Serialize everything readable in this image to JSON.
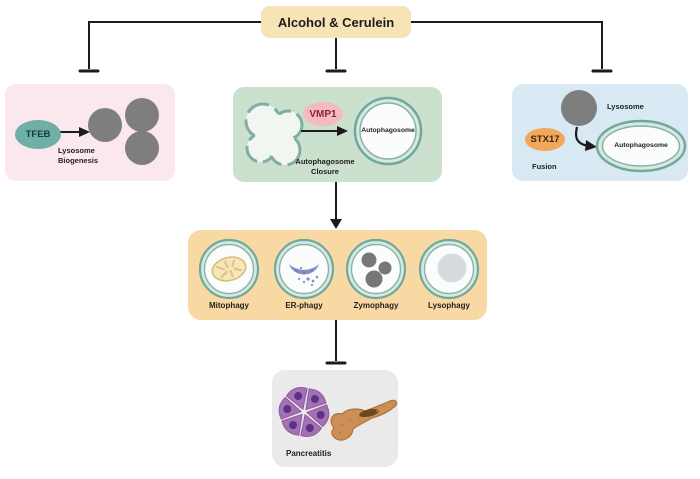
{
  "figure": {
    "title": "Alcohol & Cerulein"
  },
  "panels": {
    "tfeb": {
      "gene": "TFEB",
      "caption": "Lysosome\nBiogenesis"
    },
    "vmp1": {
      "gene": "VMP1",
      "vesicle_label": "Autophagosome",
      "caption": "Autophagosome\nClosure"
    },
    "stx17": {
      "gene": "STX17",
      "lysosome_label": "Lysosome",
      "vesicle_label": "Autophagosome",
      "caption": "Fusion"
    },
    "autophagy": {
      "items": [
        {
          "label": "Mitophagy"
        },
        {
          "label": "ER-phagy"
        },
        {
          "label": "Zymophagy"
        },
        {
          "label": "Lysophagy"
        }
      ]
    },
    "outcome": {
      "caption": "Pancreatitis"
    }
  },
  "colors": {
    "stimulus_box": "#F8E3B6",
    "tfeb_panel": "#FBE7EE",
    "vmp1_panel": "#CBE0CD",
    "stx17_panel": "#D8E9F4",
    "autophagy_panel": "#F8D9A4",
    "outcome_panel": "#EAEAEA",
    "tfeb_badge": "#6FAFA7",
    "vmp1_badge": "#F4B9C1",
    "vmp1_text": "#8C2430",
    "stx17_badge": "#F1A85B",
    "membrane_ring": "#6FA89E",
    "organelle_gray": "#7E7E7E",
    "line": "#1B1B1B"
  }
}
